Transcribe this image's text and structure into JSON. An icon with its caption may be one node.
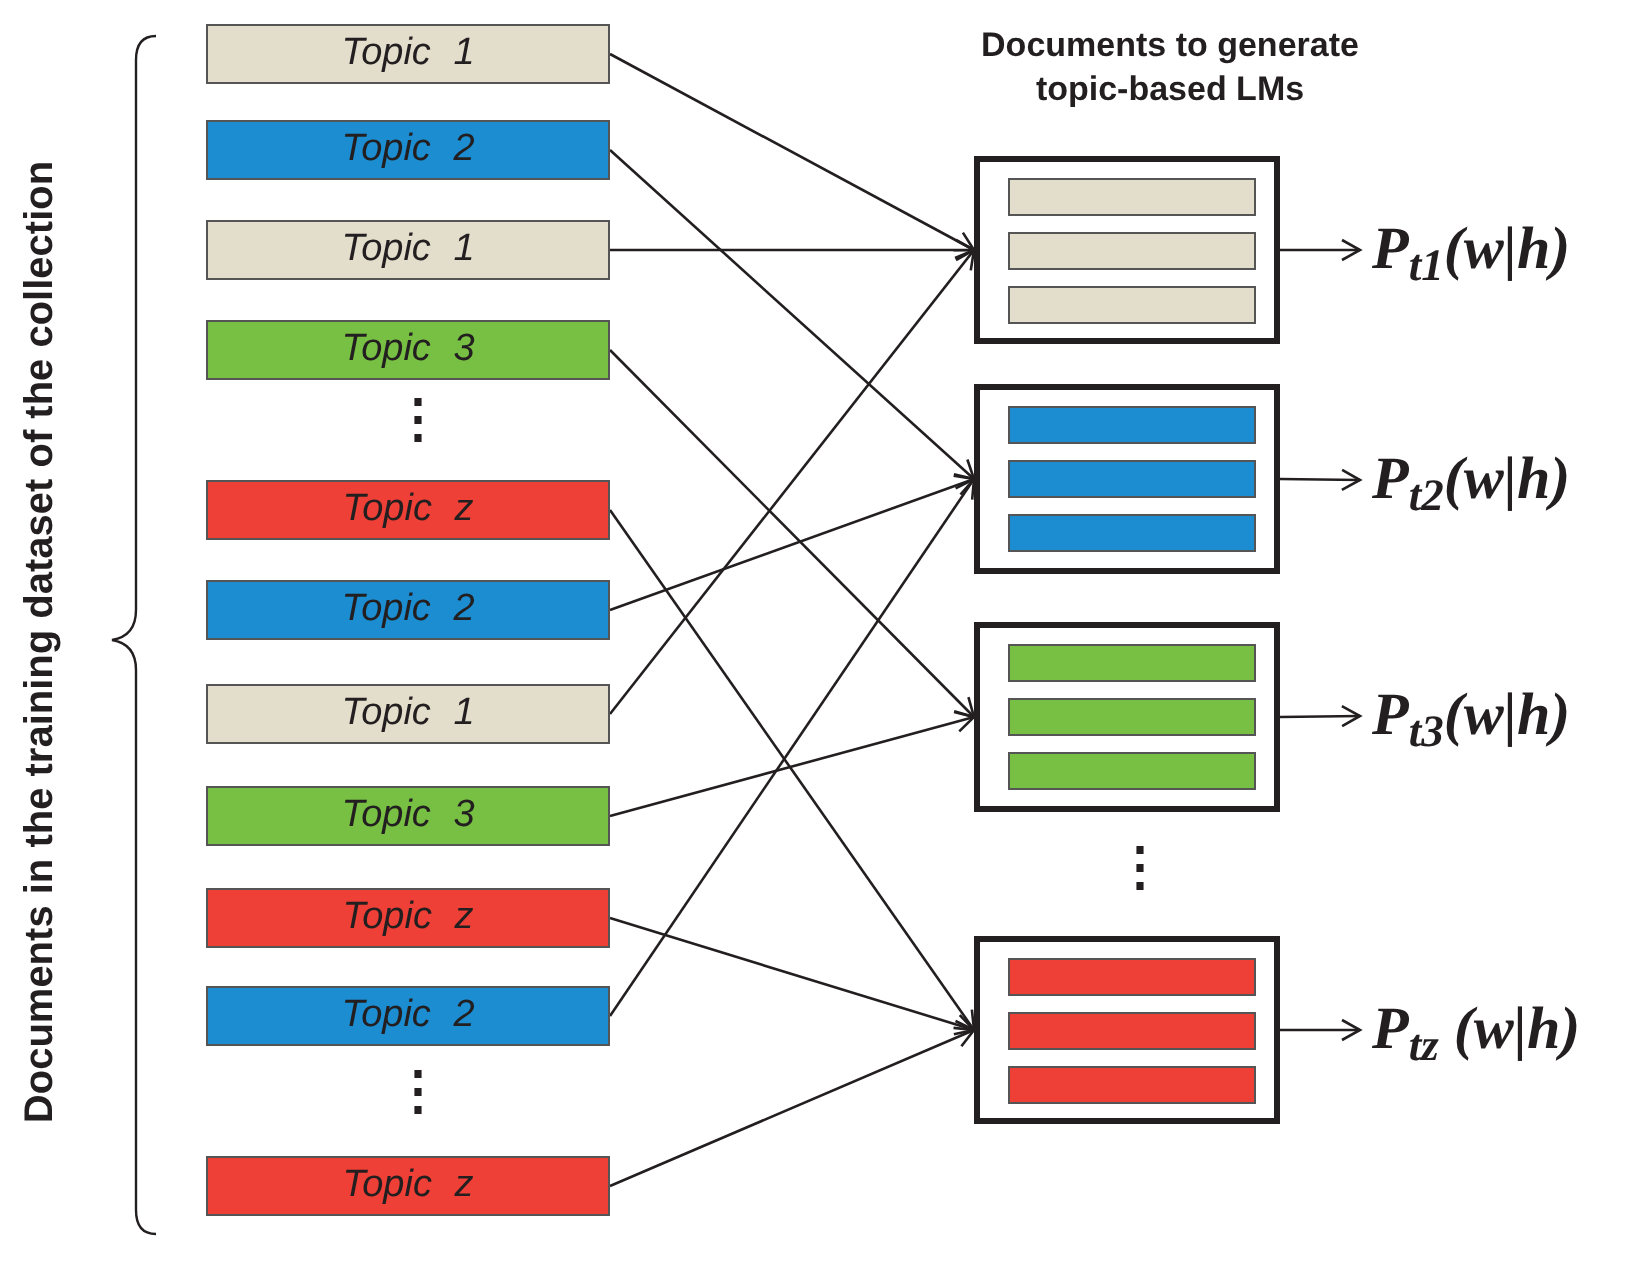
{
  "diagram": {
    "title": "Documents to generate topic-based LMs",
    "nodes": [
      {
        "text": [
          "Topic 1"
        ]
      },
      {
        "text": [
          "Topic 2"
        ]
      },
      {
        "text": [
          "Topic 1"
        ]
      },
      {
        "text": [
          "Topic 3"
        ]
      },
      {
        "text": [
          "Topic z"
        ]
      },
      {
        "text": [
          "Topic 2"
        ]
      },
      {
        "text": [
          "Topic 1"
        ]
      },
      {
        "text": [
          "Topic 3"
        ]
      },
      {
        "text": [
          "Topic z"
        ]
      },
      {
        "text": [
          "Topic 2"
        ]
      },
      {
        "text": [
          "Topic z"
        ]
      },
      {
        "text": [],
        "shape": "box"
      },
      {
        "text": [],
        "shape": "bar",
        "in": 11
      },
      {
        "text": [],
        "shape": "bar",
        "in": 11
      },
      {
        "text": [],
        "shape": "bar",
        "in": 11
      },
      {
        "text": [],
        "shape": "box"
      },
      {
        "text": [],
        "shape": "bar",
        "in": 15
      },
      {
        "text": [],
        "shape": "bar",
        "in": 15
      },
      {
        "text": [],
        "shape": "bar",
        "in": 15
      },
      {
        "text": [],
        "shape": "box"
      },
      {
        "text": [],
        "shape": "bar",
        "in": 19
      },
      {
        "text": [],
        "shape": "bar",
        "in": 19
      },
      {
        "text": [],
        "shape": "bar",
        "in": 19
      },
      {
        "text": [],
        "shape": "box"
      },
      {
        "text": [],
        "shape": "bar",
        "in": 23
      },
      {
        "text": [],
        "shape": "bar",
        "in": 23
      },
      {
        "text": [],
        "shape": "bar",
        "in": 23
      },
      {
        "text": [
          "P$_{t1}$(w|h)"
        ]
      },
      {
        "text": [
          "P$_{t2}$(w|h)"
        ]
      },
      {
        "text": [
          "P$_{t3}$(w|h)"
        ]
      },
      {
        "text": [
          "P$_{tz}$ (w|h)"
        ]
      }
    ],
    "edges": [
      {
        "from": 0,
        "to": 11,
        "arrow": "to"
      },
      {
        "from": 1,
        "to": 15,
        "arrow": "to"
      },
      {
        "from": 2,
        "to": 11,
        "arrow": "to"
      },
      {
        "from": 3,
        "to": 19,
        "arrow": "to"
      },
      {
        "from": 4,
        "to": 23,
        "arrow": "to"
      },
      {
        "from": 5,
        "to": 15,
        "arrow": "to"
      },
      {
        "from": 6,
        "to": 11,
        "arrow": "to"
      },
      {
        "from": 7,
        "to": 19,
        "arrow": "to"
      },
      {
        "from": 8,
        "to": 23,
        "arrow": "to"
      },
      {
        "from": 9,
        "to": 15,
        "arrow": "to"
      },
      {
        "from": 10,
        "to": 23,
        "arrow": "to"
      },
      {
        "from": 11,
        "to": 27,
        "arrow": "to"
      },
      {
        "from": 15,
        "to": 28,
        "arrow": "to"
      },
      {
        "from": 19,
        "to": 29,
        "arrow": "to"
      },
      {
        "from": 23,
        "to": 30,
        "arrow": "to"
      }
    ],
    "labels": [
      "Documents in the training dataset of the collection",
      "⋮",
      "⋮",
      "⋮"
    ]
  }
}
